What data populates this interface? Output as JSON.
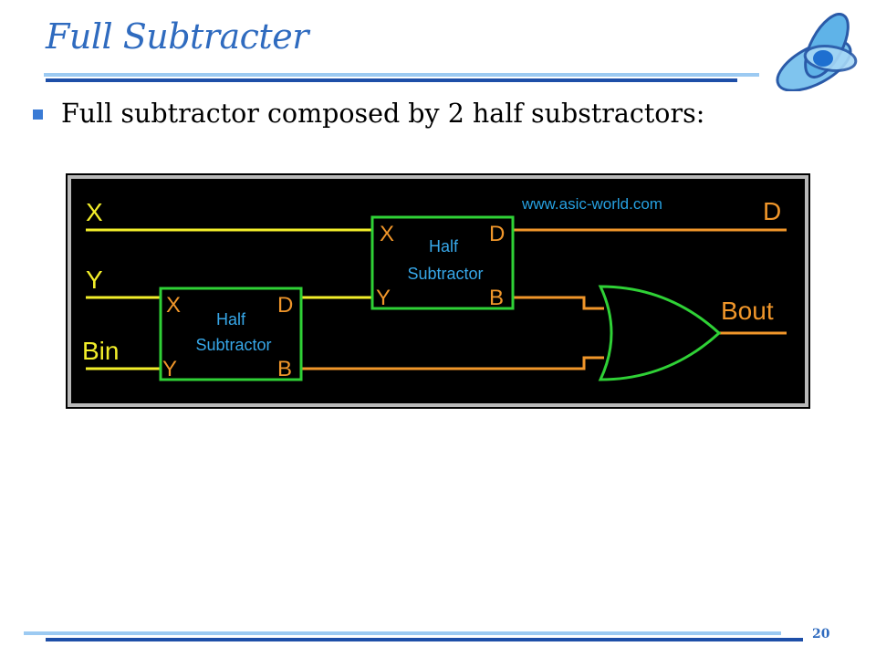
{
  "slide": {
    "title": "Full Subtracter",
    "bullet": "Full subtractor composed by 2 half substractors:",
    "page_number": "20"
  },
  "diagram": {
    "watermark": "www.asic-world.com",
    "inputs": {
      "x": "X",
      "y": "Y",
      "bin": "Bin"
    },
    "outputs": {
      "d": "D",
      "bout": "Bout"
    },
    "half_subtractor_1": {
      "line1": "Half",
      "line2": "Subtractor",
      "port_x": "X",
      "port_y": "Y",
      "port_d": "D",
      "port_b": "B"
    },
    "half_subtractor_2": {
      "line1": "Half",
      "line2": "Subtractor",
      "port_x": "X",
      "port_y": "Y",
      "port_d": "D",
      "port_b": "B"
    },
    "colors": {
      "background": "#000000",
      "frame": "#b9b9b9",
      "input_wire": "#f2ee2a",
      "output_wire": "#f0962a",
      "block_border": "#2fd136",
      "port_label": "#f0962a",
      "block_text": "#37a7e8",
      "watermark": "#26a0e0"
    }
  }
}
